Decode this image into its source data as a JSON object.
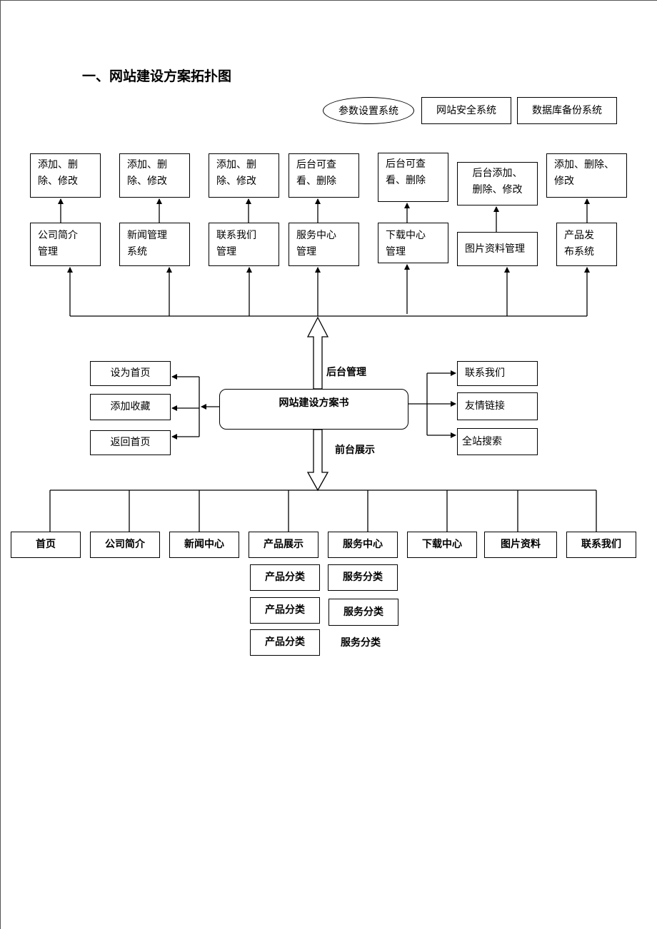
{
  "title": "一、网站建设方案拓扑图",
  "top_systems": [
    {
      "label": "参数设置系统",
      "shape": "oval"
    },
    {
      "label": "网站安全系统",
      "shape": "rect"
    },
    {
      "label": "数据库备份系统",
      "shape": "rect"
    }
  ],
  "backend_modules": [
    {
      "name": "公司简介管理",
      "name_lines": [
        "公司简介",
        "管理"
      ],
      "action_lines": [
        "添加、删",
        "除、修改"
      ]
    },
    {
      "name": "新闻管理系统",
      "name_lines": [
        "新闻管理",
        "系统"
      ],
      "action_lines": [
        "添加、删",
        "除、修改"
      ]
    },
    {
      "name": "联系我们管理",
      "name_lines": [
        "联系我们",
        "管理"
      ],
      "action_lines": [
        "添加、删",
        "除、修改"
      ]
    },
    {
      "name": "服务中心管理",
      "name_lines": [
        "服务中心",
        "管理"
      ],
      "action_lines": [
        "后台可查",
        "看、删除"
      ]
    },
    {
      "name": "下载中心管理",
      "name_lines": [
        "下载中心",
        "管理"
      ],
      "action_lines": [
        "后台可查",
        "看、删除"
      ]
    },
    {
      "name": "图片资料管理",
      "name_lines": [
        "图片资料管理"
      ],
      "action_lines": [
        "后台添加、",
        "删除、修改"
      ]
    },
    {
      "name": "产品发布系统",
      "name_lines": [
        "产品发",
        "布系统"
      ],
      "action_lines": [
        "添加、删除、",
        "修改"
      ]
    }
  ],
  "center": {
    "label": "网站建设方案书",
    "up_label": "后台管理",
    "down_label": "前台展示"
  },
  "left_items": [
    "设为首页",
    "添加收藏",
    "返回首页"
  ],
  "right_items": [
    "联系我们",
    "友情链接",
    "全站搜索"
  ],
  "frontend_pages": [
    "首页",
    "公司简介",
    "新闻中心",
    "产品展示",
    "服务中心",
    "下载中心",
    "图片资料",
    "联系我们"
  ],
  "product_subs": [
    "产品分类",
    "产品分类",
    "产品分类"
  ],
  "service_subs": [
    "服务分类",
    "服务分类",
    "服务分类"
  ]
}
